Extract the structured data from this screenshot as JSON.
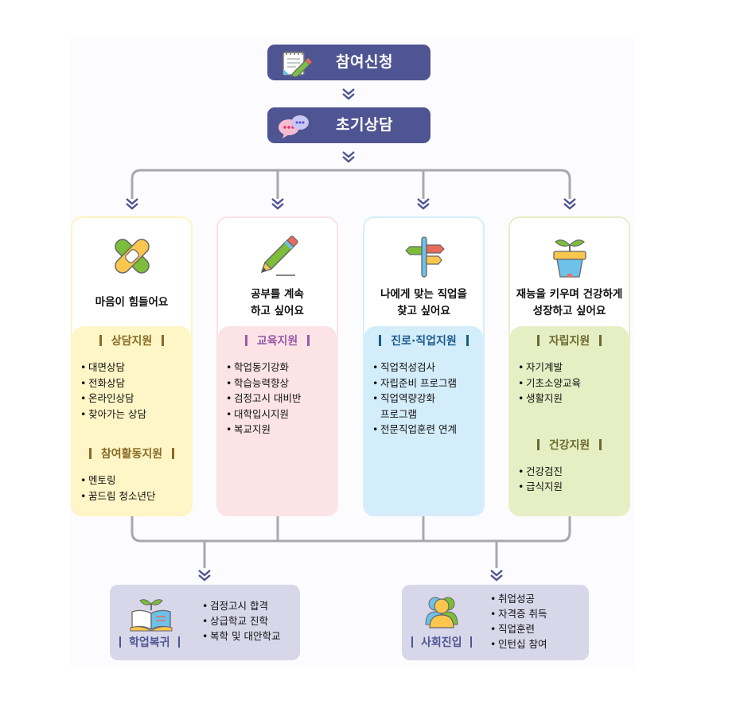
{
  "stages": [
    {
      "label": "참여신청",
      "icon": "notepad-pencil-icon"
    },
    {
      "label": "초기상담",
      "icon": "chat-bubbles-icon"
    }
  ],
  "cards": [
    {
      "icon": "bandage-icon",
      "title": [
        "마음이 힘들어요"
      ],
      "colors": {
        "border": "#fdf4c4",
        "body": "#fef6c6",
        "head": "#8a6a26",
        "bar": "#8a6a26"
      },
      "sections": [
        {
          "heading": "상담지원",
          "items": [
            "대면상담",
            "전화상담",
            "온라인상담",
            "찾아가는 상담"
          ]
        },
        {
          "heading": "참여활동지원",
          "items": [
            "멘토링",
            "꿈드림 청소년단"
          ]
        }
      ]
    },
    {
      "icon": "pencil-icon",
      "title": [
        "공부를 계속",
        "하고 싶어요"
      ],
      "colors": {
        "border": "#fbe3e6",
        "body": "#fbe3e6",
        "head": "#9b5aa6",
        "bar": "#9b5aa6"
      },
      "sections": [
        {
          "heading": "교육지원",
          "items": [
            "학업동기강화",
            "학습능력향상",
            "검정고시 대비반",
            "대학입시지원",
            "복교지원"
          ]
        }
      ]
    },
    {
      "icon": "signpost-icon",
      "title": [
        "나에게 맞는 직업을",
        "찾고 싶어요"
      ],
      "colors": {
        "border": "#d7eefa",
        "body": "#d4edfb",
        "head": "#1a5a8a",
        "bar": "#1a5a8a"
      },
      "sections": [
        {
          "heading": "진로·직업지원",
          "items": [
            "직업적성검사",
            "자립준비 프로그램",
            "직업역량강화\n프로그램",
            "전문직업훈련 연계"
          ]
        }
      ]
    },
    {
      "icon": "sprout-pot-icon",
      "title": [
        "재능을 키우며 건강하게",
        "성장하고 싶어요"
      ],
      "colors": {
        "border": "#e6efc9",
        "body": "#e6efc4",
        "head": "#6c6a2e",
        "bar": "#6c6a2e"
      },
      "sections": [
        {
          "heading": "자립지원",
          "items": [
            "자기계발",
            "기초소양교육",
            "생활지원"
          ]
        },
        {
          "heading": "건강지원",
          "items": [
            "건강검진",
            "급식지원"
          ]
        }
      ]
    }
  ],
  "outcomes": [
    {
      "label": "학업복귀",
      "icon": "open-book-sprout-icon",
      "items": [
        "검정고시 합격",
        "상급학교 진학",
        "복학 및 대안학교"
      ]
    },
    {
      "label": "사회진입",
      "icon": "people-group-icon",
      "items": [
        "취업성공",
        "자격증 취득",
        "직업훈련",
        "인턴십 참여"
      ]
    }
  ],
  "colors": {
    "stage_bg": "#4f5492",
    "connector": "#a7a8ad",
    "chevron": "#4f5492",
    "outcome_bg": "#d8d7ea"
  }
}
